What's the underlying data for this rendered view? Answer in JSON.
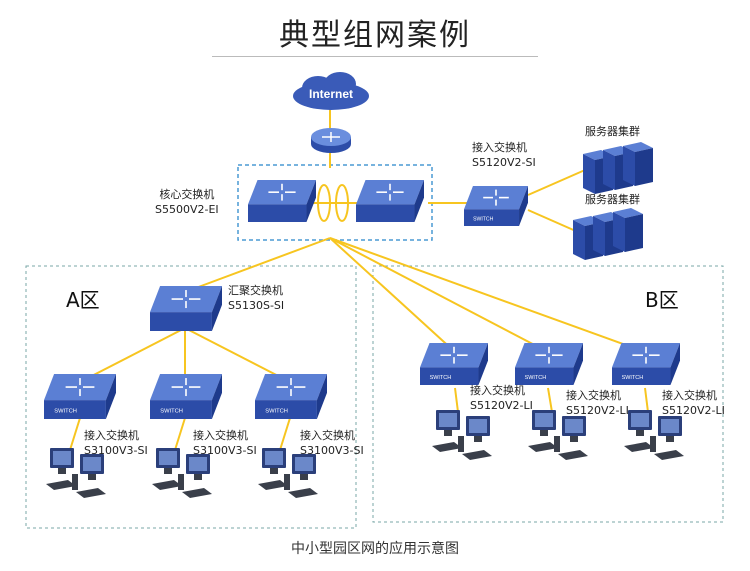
{
  "title": "典型组网案例",
  "caption": "中小型园区网的应用示意图",
  "internet_label": "Internet",
  "core": {
    "name": "核心交换机",
    "model": "S5500V2-EI"
  },
  "server_access": {
    "name": "接入交换机",
    "model": "S5120V2-SI"
  },
  "server_cluster_label": "服务器集群",
  "zone_a": {
    "label": "A区",
    "aggregation": {
      "name": "汇聚交换机",
      "model": "S5130S-SI"
    },
    "access": [
      {
        "name": "接入交换机",
        "model": "S3100V3-SI"
      },
      {
        "name": "接入交换机",
        "model": "S3100V3-SI"
      },
      {
        "name": "接入交换机",
        "model": "S3100V3-SI"
      }
    ]
  },
  "zone_b": {
    "label": "B区",
    "access": [
      {
        "name": "接入交换机",
        "model": "S5120V2-LI"
      },
      {
        "name": "接入交换机",
        "model": "S5120V2-LI"
      },
      {
        "name": "接入交换机",
        "model": "S5120V2-LI"
      }
    ]
  },
  "switch_text": "SWITCH",
  "colors": {
    "link": "#f7c520",
    "switch_top": "#5b7fd4",
    "switch_side": "#2c4ca8",
    "zone_border": "#7aa7a7",
    "core_border": "#4a9ad4"
  }
}
